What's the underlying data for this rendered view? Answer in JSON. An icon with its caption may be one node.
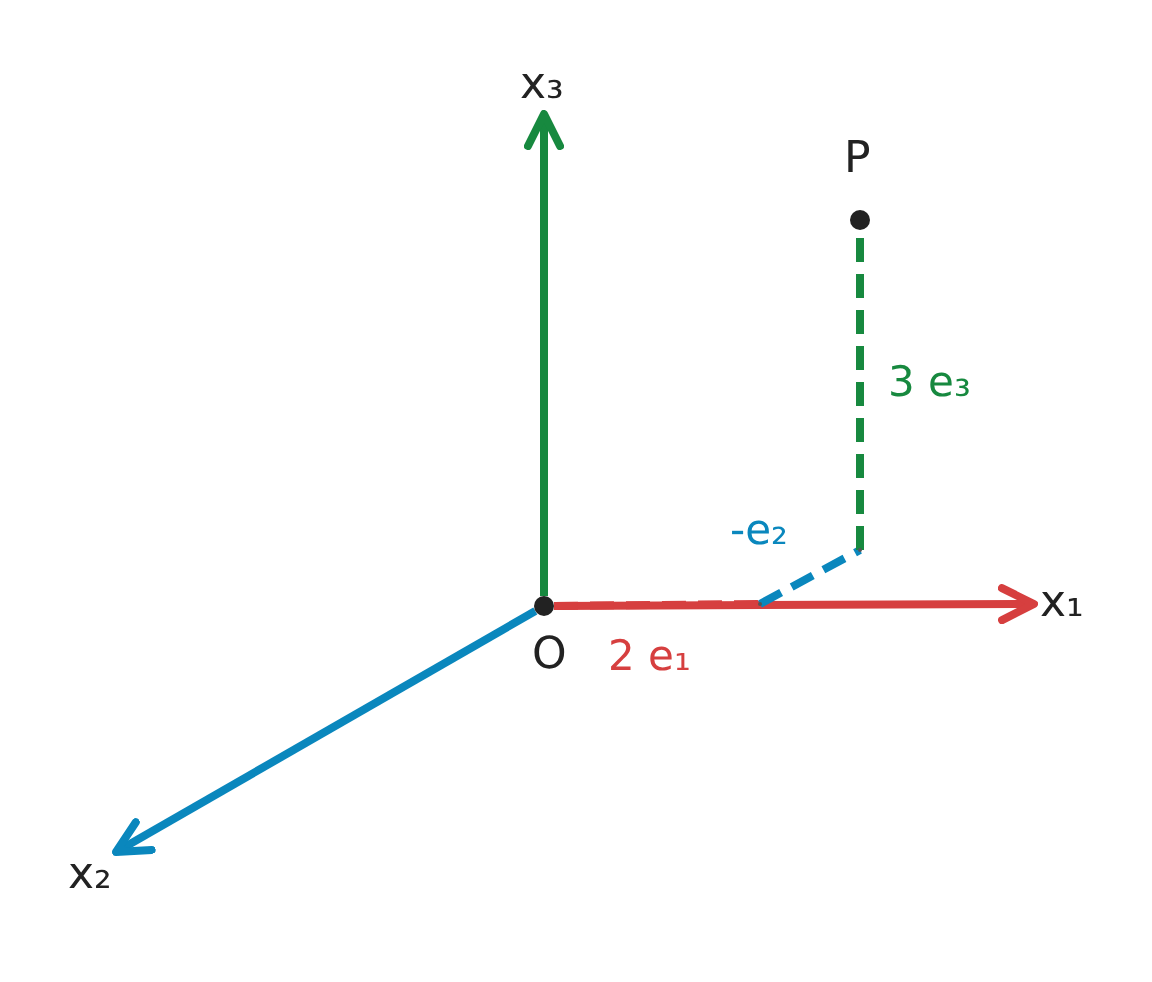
{
  "diagram": {
    "nodes": [
      {
        "text": [
          "O"
        ]
      },
      {
        "text": [
          "x₁"
        ]
      },
      {
        "text": [
          "x₂"
        ]
      },
      {
        "text": [
          "x₃"
        ]
      },
      {
        "text": [
          "P"
        ]
      },
      {
        "text": [],
        "shape": "point"
      },
      {
        "text": [],
        "shape": "point"
      }
    ],
    "edges": [
      {
        "from": 0,
        "to": 1,
        "arrow": "to",
        "color": "#d63f3f"
      },
      {
        "from": 0,
        "to": 2,
        "arrow": "to",
        "color": "#0a87bd"
      },
      {
        "from": 0,
        "to": 3,
        "arrow": "to",
        "color": "#17893f"
      },
      {
        "from": 0,
        "to": 5,
        "arrow": "none",
        "style": "dashed",
        "color": "#d63f3f",
        "label": "2 e₁"
      },
      {
        "from": 5,
        "to": 6,
        "arrow": "none",
        "style": "dashed",
        "color": "#0a87bd",
        "label": "-e₂"
      },
      {
        "from": 6,
        "to": 4,
        "arrow": "none",
        "style": "dashed",
        "color": "#17893f",
        "label": "3 e₃"
      }
    ]
  }
}
